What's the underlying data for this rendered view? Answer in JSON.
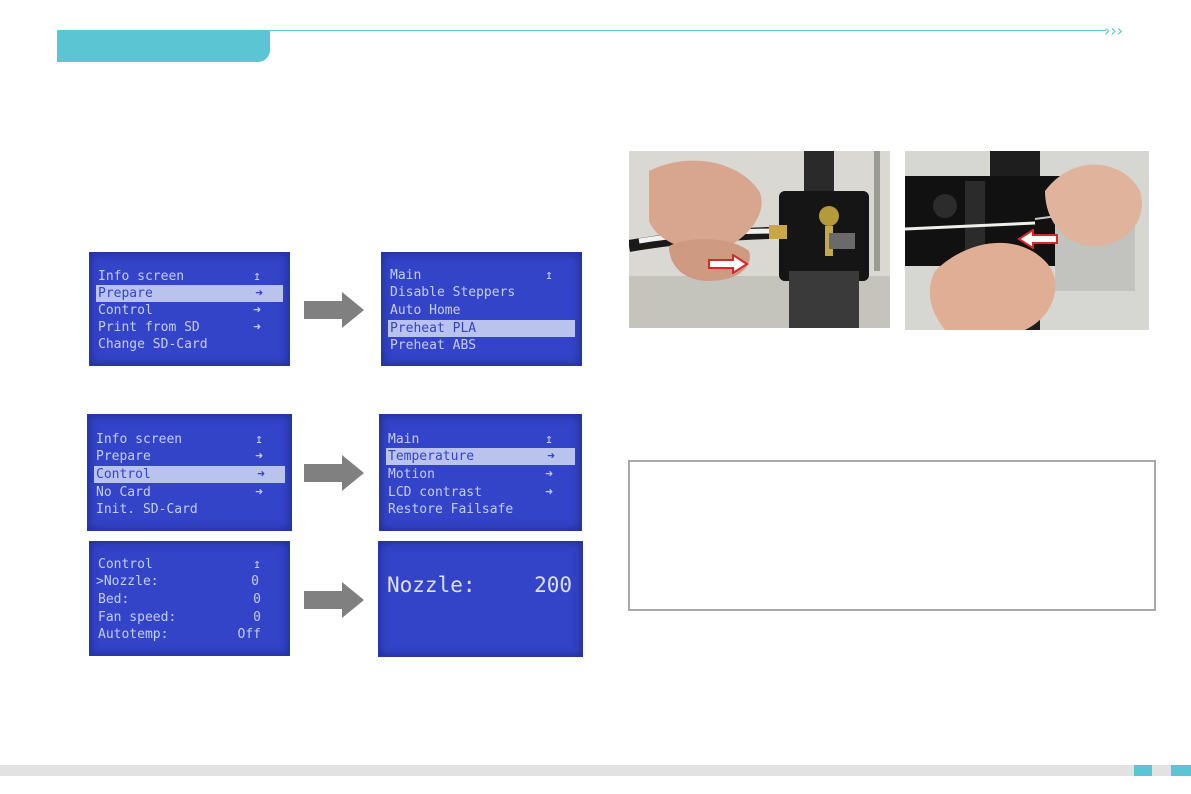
{
  "header": {
    "chevrons": "›››"
  },
  "screens": {
    "prepare_menu": {
      "rows": [
        {
          "label": "Info screen",
          "icon": "↥",
          "icon_name": "up-arrow-icon"
        },
        {
          "label": "Prepare",
          "icon": "➜",
          "icon_name": "right-arrow-icon",
          "selected": true
        },
        {
          "label": "Control",
          "icon": "➜",
          "icon_name": "right-arrow-icon"
        },
        {
          "label": "Print from SD",
          "icon": "➜",
          "icon_name": "right-arrow-icon"
        },
        {
          "label": "Change SD-Card"
        }
      ]
    },
    "preheat_menu": {
      "rows": [
        {
          "label": "Main",
          "icon": "↥",
          "icon_name": "up-arrow-icon"
        },
        {
          "label": "Disable Steppers"
        },
        {
          "label": "Auto Home"
        },
        {
          "label": "Preheat PLA",
          "selected": true
        },
        {
          "label": "Preheat ABS"
        }
      ]
    },
    "control_menu": {
      "rows": [
        {
          "label": "Info screen",
          "icon": "↥",
          "icon_name": "up-arrow-icon"
        },
        {
          "label": "Prepare",
          "icon": "➜",
          "icon_name": "right-arrow-icon"
        },
        {
          "label": "Control",
          "icon": "➜",
          "icon_name": "right-arrow-icon",
          "selected": true
        },
        {
          "label": "No Card",
          "icon": "➜",
          "icon_name": "right-arrow-icon"
        },
        {
          "label": "Init. SD-Card"
        }
      ]
    },
    "temperature_menu": {
      "rows": [
        {
          "label": "Main",
          "icon": "↥",
          "icon_name": "up-arrow-icon"
        },
        {
          "label": "Temperature",
          "icon": "➜",
          "icon_name": "right-arrow-icon",
          "selected": true
        },
        {
          "label": "Motion",
          "icon": "➜",
          "icon_name": "right-arrow-icon"
        },
        {
          "label": "LCD contrast",
          "icon": "➜",
          "icon_name": "right-arrow-icon"
        },
        {
          "label": "Restore Failsafe"
        }
      ]
    },
    "temperature_values": {
      "rows": [
        {
          "label": "Control",
          "icon": "↥",
          "icon_name": "up-arrow-icon"
        },
        {
          "label": ">Nozzle:",
          "value": "0"
        },
        {
          "label": "Bed:",
          "value": "0"
        },
        {
          "label": "Fan speed:",
          "value": "0"
        },
        {
          "label": "Autotemp:",
          "value": "Off"
        }
      ]
    },
    "nozzle_edit": {
      "label": "Nozzle:",
      "value": "200"
    }
  },
  "photos": {
    "left": {
      "icon": "arrow-right-icon"
    },
    "right": {
      "icon": "arrow-left-icon"
    }
  },
  "colors": {
    "accent": "#5cc5d4",
    "lcd_bg": "#3444c9",
    "lcd_text": "#c4cdf4",
    "arrow_gray": "#808080",
    "red_arrow": "#d8262a"
  }
}
